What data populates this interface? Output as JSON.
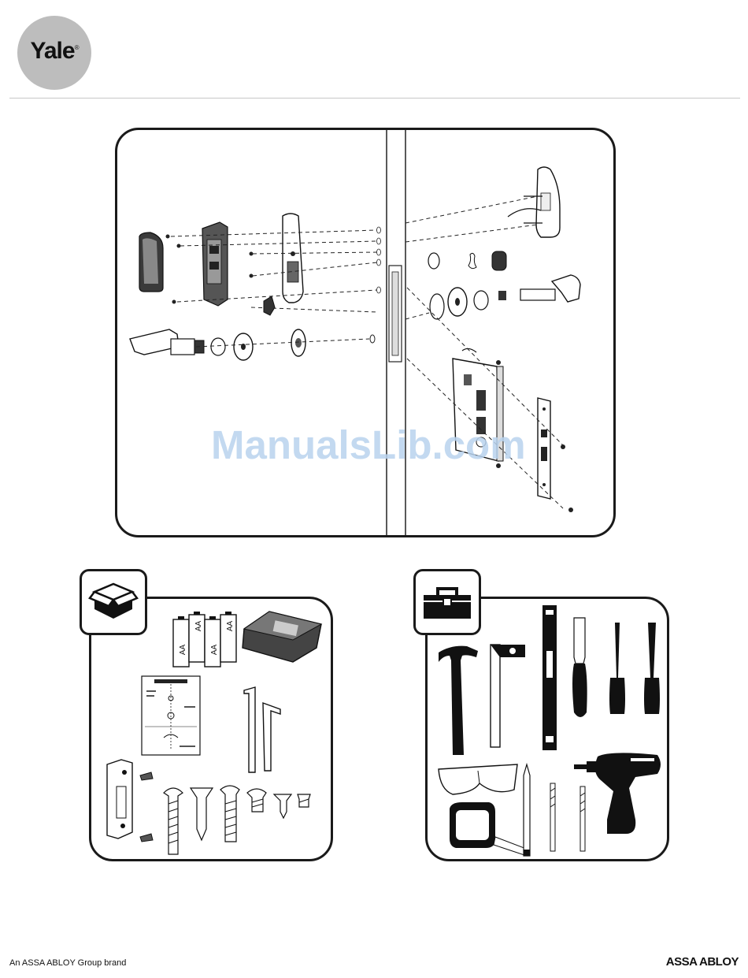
{
  "header": {
    "logo_text": "Yale",
    "logo_mark": "®"
  },
  "watermark": "ManualsLib.com",
  "parts_box": {
    "battery_labels": [
      "AA",
      "AA",
      "AA",
      "AA"
    ]
  },
  "footer": {
    "left_text": "An ASSA ABLOY Group brand",
    "right_text": "ASSA ABLOY"
  },
  "icons": [
    "package-icon",
    "toolbox-icon"
  ]
}
